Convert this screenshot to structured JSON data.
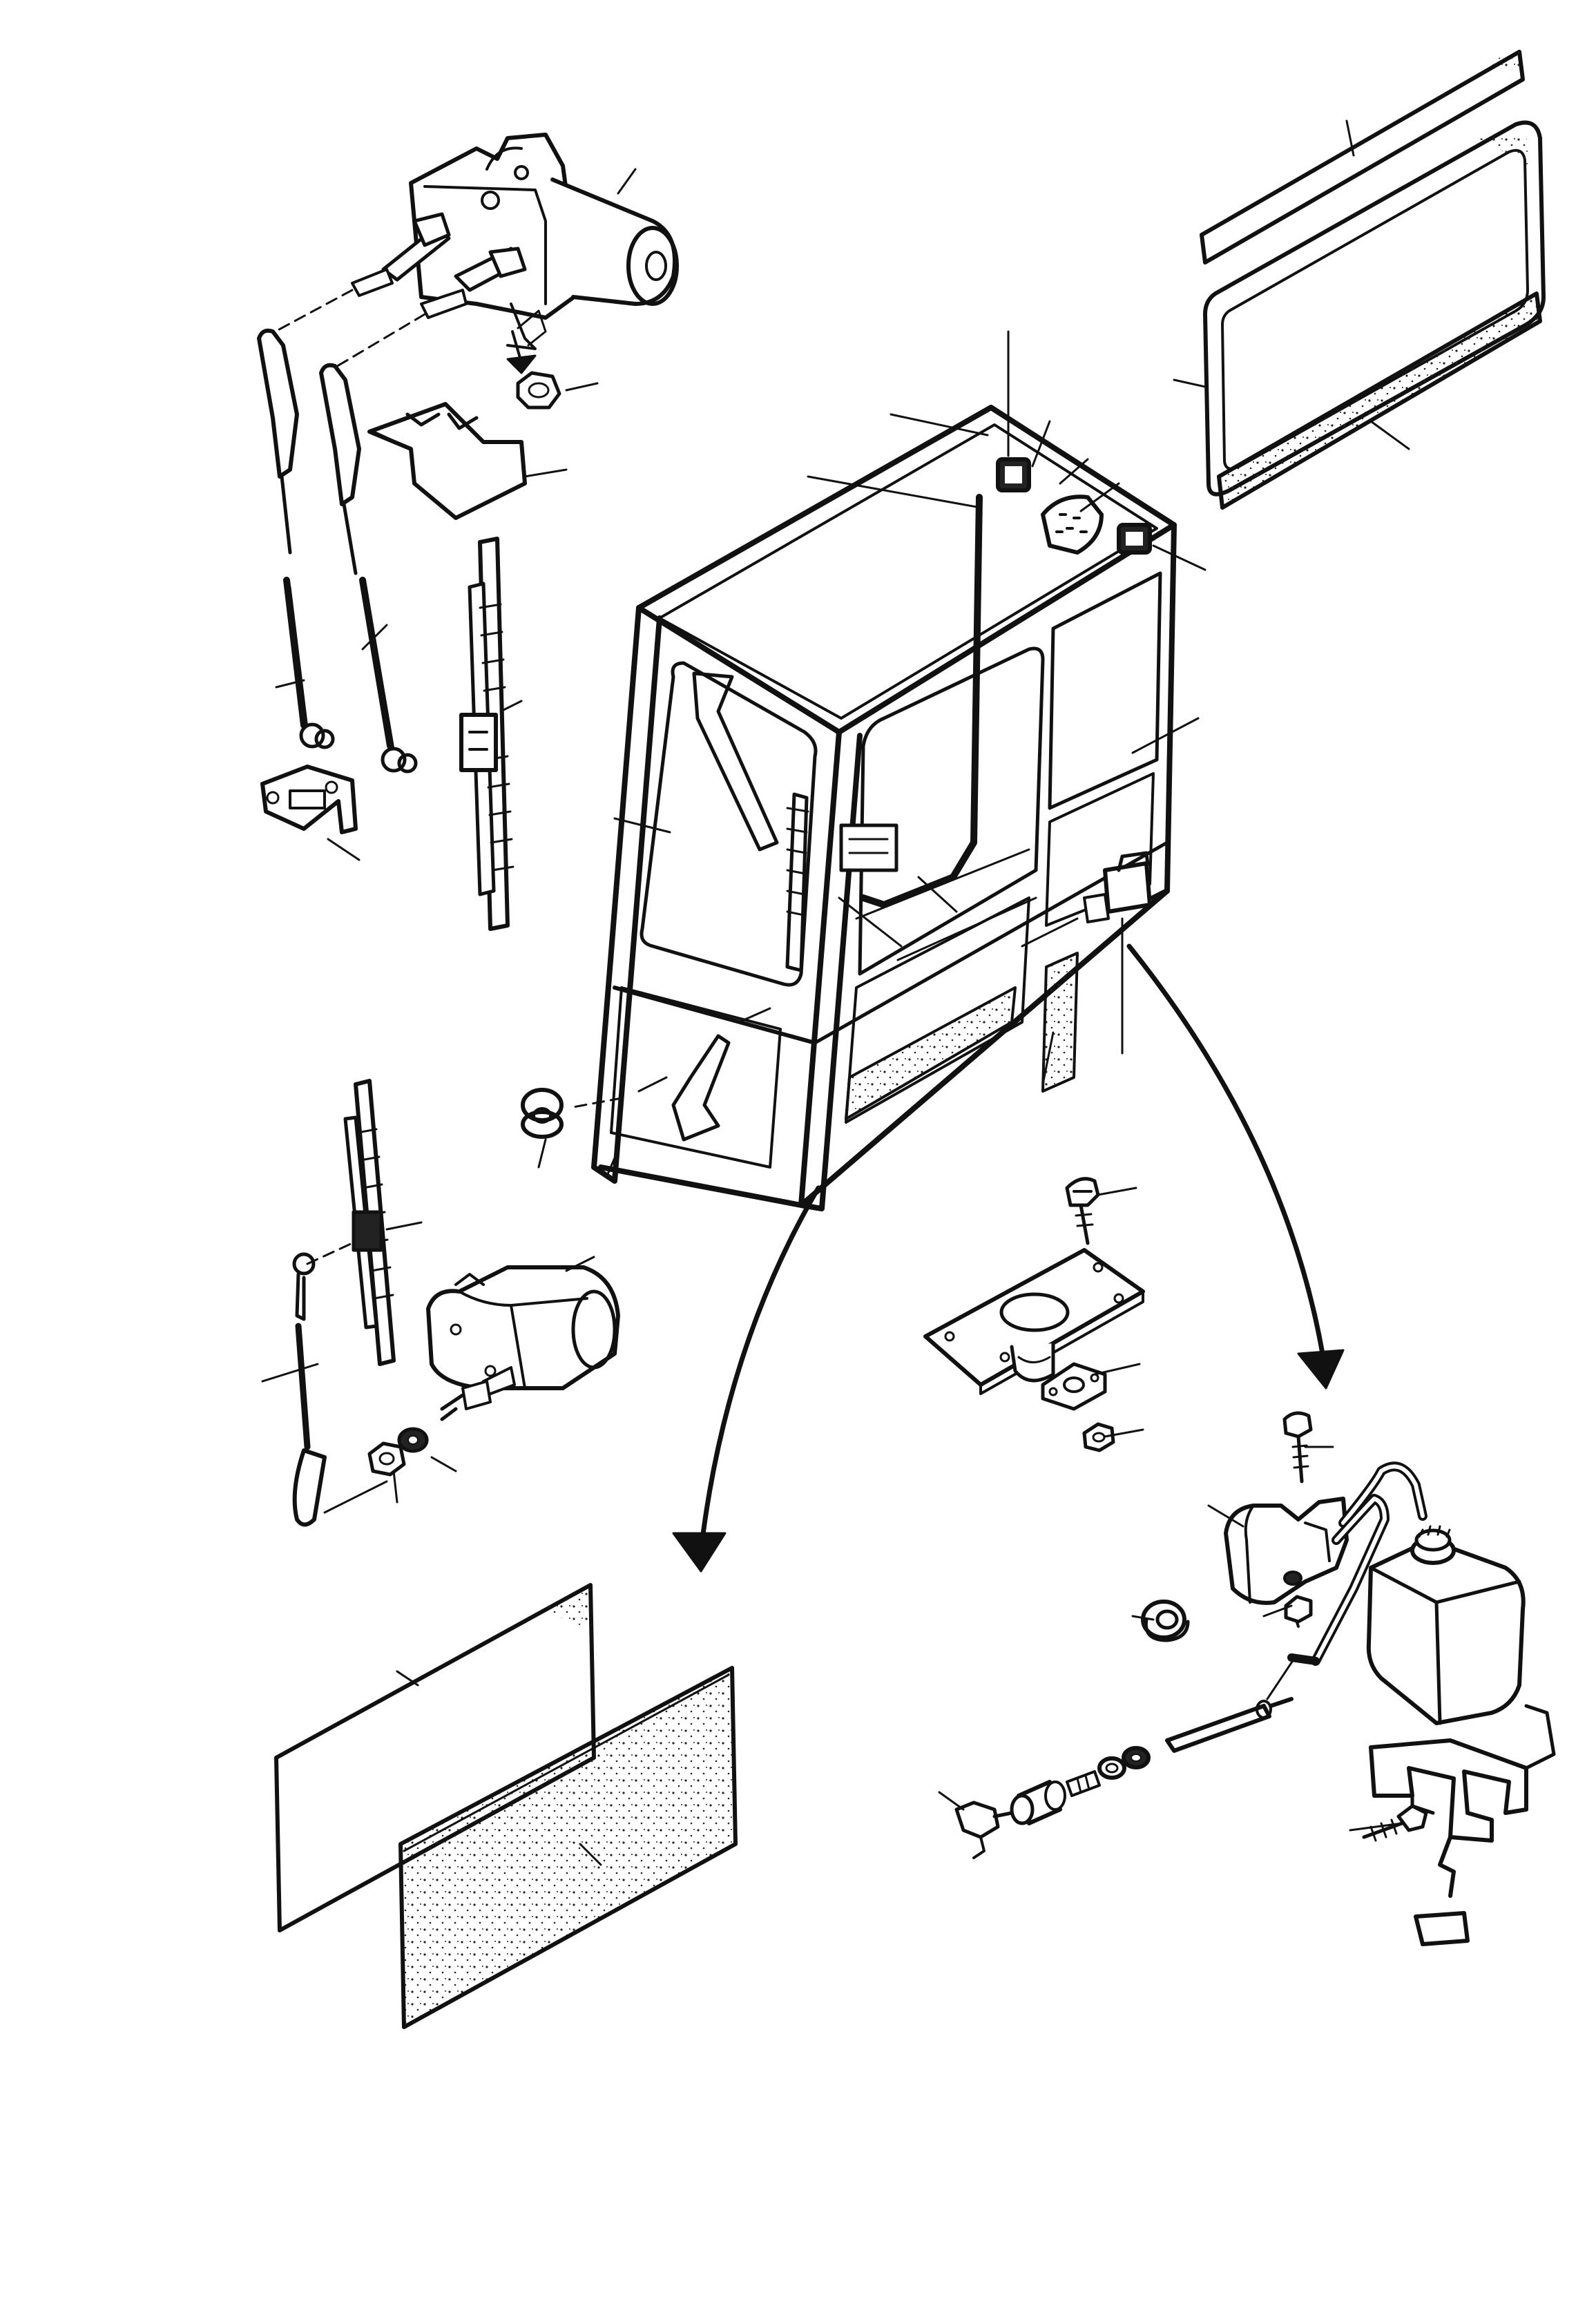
{
  "diagram": {
    "kind": "exploded-parts-view",
    "line_color": "#111111",
    "background_color": "#ffffff",
    "printed_text": [],
    "parts": [
      "cab-frame",
      "front-wiper-motor",
      "front-wiper-arm-left",
      "front-wiper-arm-right",
      "front-wiper-blade",
      "wiper-motor-bracket",
      "wiper-arm-pivot-bracket",
      "front-motor-nut",
      "rear-wiper-motor",
      "rear-wiper-arm",
      "rear-wiper-blade",
      "rear-motor-nut-washer",
      "door-glass-upper-strip",
      "door-glass-panel",
      "door-glass-lower-strip",
      "side-glass-panel",
      "side-glass-lower-panel",
      "roof-mounted-connector",
      "dome-light",
      "wiring-harness",
      "grommet",
      "floor-plate",
      "floor-plate-screw",
      "floor-plate-clip",
      "washer-pump",
      "washer-reservoir",
      "reservoir-bracket",
      "washer-hose",
      "washer-nozzle",
      "nozzle-fittings"
    ]
  }
}
